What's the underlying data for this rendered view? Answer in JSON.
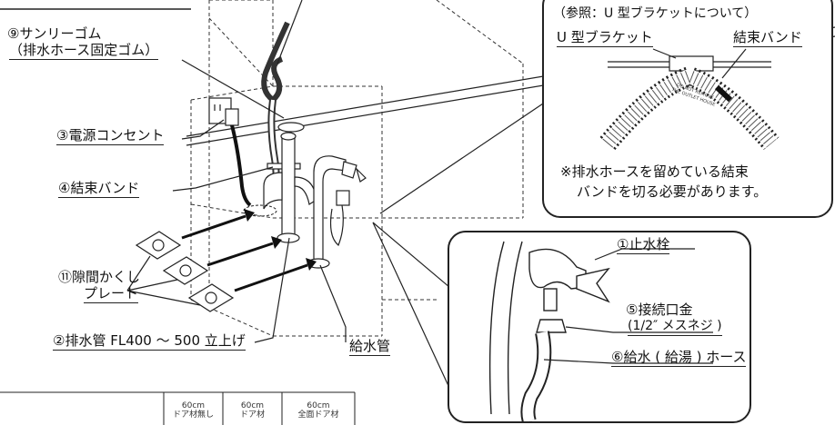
{
  "labels": {
    "sunrise_gum_1": "⑨サンリーゴム",
    "sunrise_gum_2": "（排水ホース固定ゴム）",
    "outlet": "③電源コンセント",
    "band": "④結束バンド",
    "gap_plate_1": "⑪隙間かくし",
    "gap_plate_2": "プレート",
    "drain_pipe": "②排水管 FL400 ～ 500 立上げ",
    "water_pipe": "給水管"
  },
  "u_bracket_box": {
    "ref": "（参照：U 型ブラケットについて）",
    "bracket": "U 型ブラケット",
    "band": "結束バンド",
    "stamp_1": "DO NOT REMOVE",
    "stamp_2": "THE OUTLET HOUSE",
    "note_1": "※排水ホースを留めている結束",
    "note_2": "バンドを切る必要があります。"
  },
  "detail_box": {
    "stopcock": "①止水栓",
    "fitting": "⑤接続口金",
    "fitting_spec": "(1/2″ メスネジ )",
    "hose": "⑥給水 ( 給湯 ) ホース"
  },
  "table": {
    "col1_a": "60cm",
    "col1_b": "ドア材無し",
    "col2_a": "60cm",
    "col2_b": "ドア材",
    "col3_a": "60cm",
    "col3_b": "全面ドア材"
  },
  "colors": {
    "line": "#222222",
    "background": "#ffffff"
  }
}
